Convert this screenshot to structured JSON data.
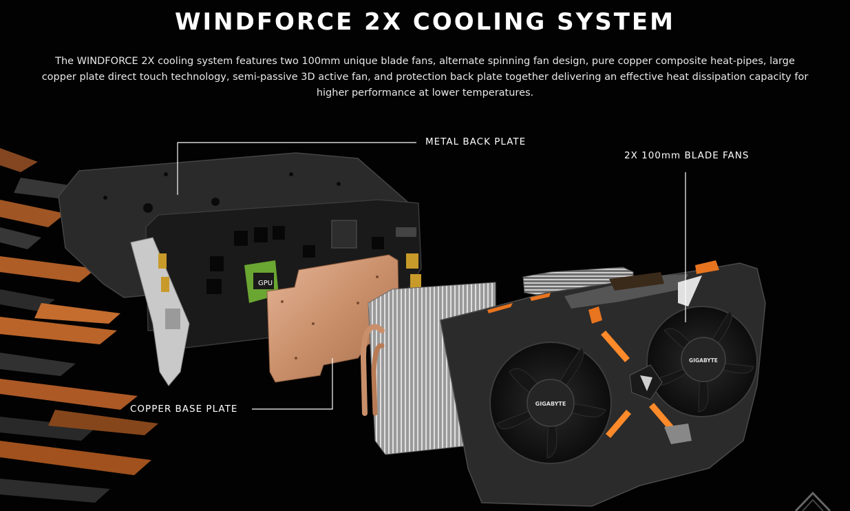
{
  "header": {
    "title": "WINDFORCE 2X COOLING SYSTEM",
    "description": "The WINDFORCE 2X cooling system features two 100mm unique blade fans, alternate spinning fan design, pure copper composite heat-pipes, large copper plate direct touch technology, semi-passive 3D active fan, and protection back plate together delivering an effective heat dissipation capacity for higher performance at lower temperatures."
  },
  "callouts": {
    "metal_back_plate": "METAL BACK PLATE",
    "blade_fans": "2X 100mm BLADE FANS",
    "copper_base_plate": "COPPER BASE PLATE"
  },
  "illustration": {
    "gpu_chip_label": "GPU",
    "fan_brand_left": "GIGABYTE",
    "fan_brand_right": "GIGABYTE"
  },
  "colors": {
    "background": "#000000",
    "accent_orange": "#e8741f",
    "copper": "#c98f6a",
    "gpu_green": "#6aa632"
  },
  "icons": {
    "scroll_top": "chevron-up-icon"
  }
}
